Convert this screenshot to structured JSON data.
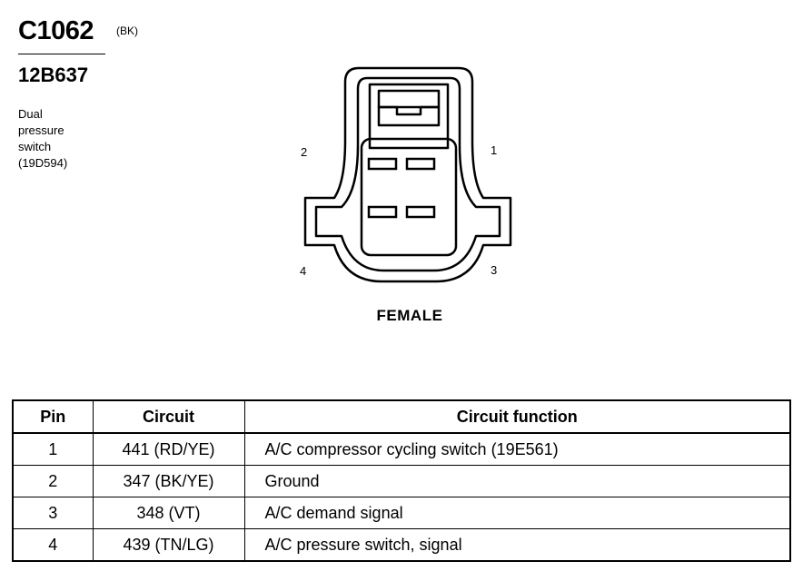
{
  "header": {
    "connector_id": "C1062",
    "color_code": "(BK)",
    "part_number": "12B637",
    "description_lines": [
      "Dual",
      "pressure",
      "switch",
      "(19D594)"
    ]
  },
  "diagram": {
    "pin_labels": [
      "1",
      "2",
      "3",
      "4"
    ],
    "gender": "FEMALE"
  },
  "table": {
    "headers": [
      "Pin",
      "Circuit",
      "Circuit function"
    ],
    "rows": [
      {
        "pin": "1",
        "circuit": "441 (RD/YE)",
        "function": "A/C compressor cycling switch (19E561)"
      },
      {
        "pin": "2",
        "circuit": "347 (BK/YE)",
        "function": "Ground"
      },
      {
        "pin": "3",
        "circuit": "348 (VT)",
        "function": "A/C demand signal"
      },
      {
        "pin": "4",
        "circuit": "439 (TN/LG)",
        "function": "A/C pressure switch, signal"
      }
    ]
  }
}
